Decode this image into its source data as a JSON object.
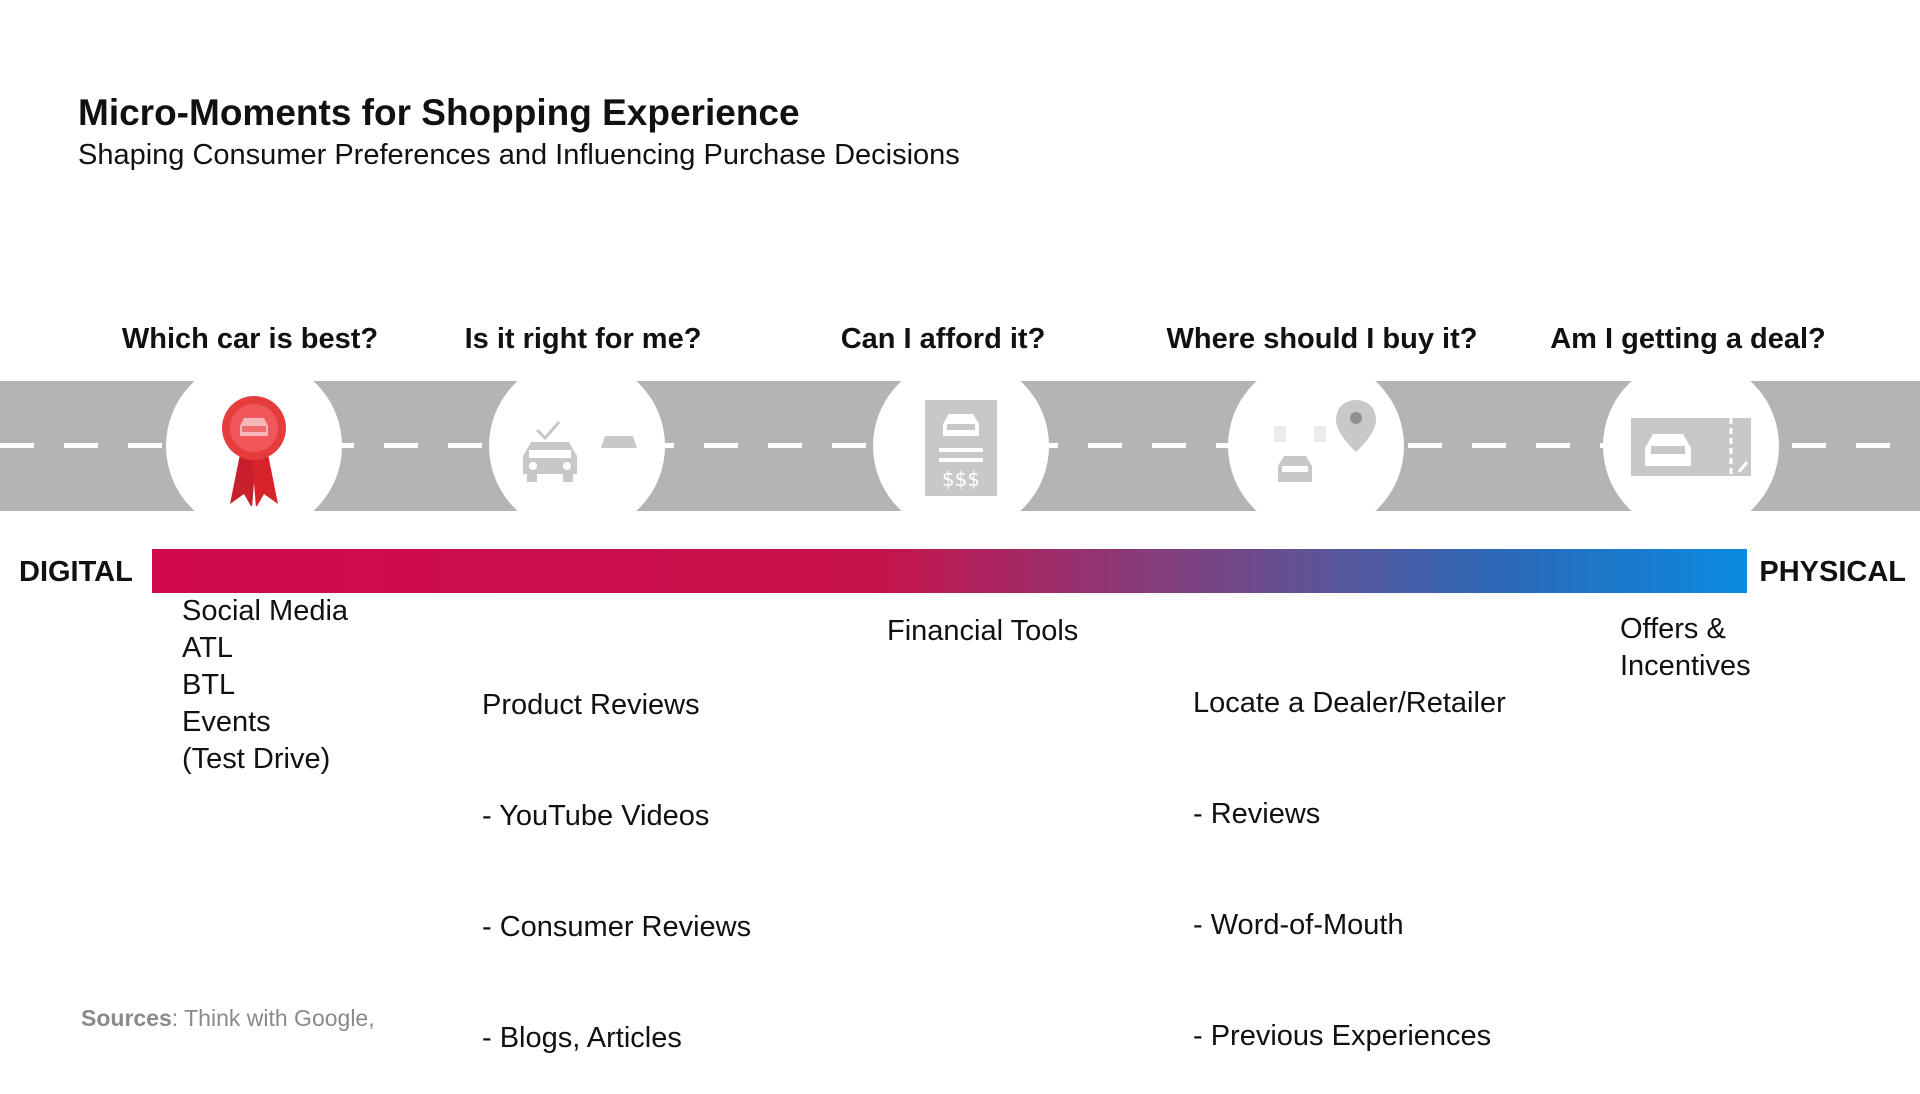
{
  "header": {
    "title": "Micro-Moments for Shopping Experience",
    "subtitle": "Shaping Consumer Preferences and Influencing Purchase Decisions"
  },
  "moments": [
    {
      "question": "Which car is best?",
      "icon": "award-ribbon-car-icon"
    },
    {
      "question": "Is it right for me?",
      "icon": "car-checkmark-icon"
    },
    {
      "question": "Can I afford it?",
      "icon": "price-tag-car-icon"
    },
    {
      "question": "Where should I buy it?",
      "icon": "map-pin-car-icon"
    },
    {
      "question": "Am I getting a deal?",
      "icon": "car-coupon-icon"
    }
  ],
  "scale": {
    "left_label": "DIGITAL",
    "right_label": "PHYSICAL"
  },
  "touchpoints": [
    [
      "Social Media",
      "ATL",
      "BTL",
      "Events",
      "(Test Drive)"
    ],
    [
      "Product Reviews",
      " - YouTube Videos",
      " - Consumer Reviews",
      " - Blogs, Articles"
    ],
    [
      "Financial Tools"
    ],
    [
      "Locate a Dealer/Retailer",
      "-  Reviews",
      "-  Word-of-Mouth",
      "-  Previous Experiences"
    ],
    [
      "Offers &",
      "Incentives"
    ]
  ],
  "footer": {
    "sources_label": "Sources",
    "sources_text": ": Think with Google,"
  },
  "colors": {
    "road": "#b4b4b4",
    "icon_gray": "#c8c8c8",
    "award_red": "#d8232a",
    "gradient_start": "#d1094f",
    "gradient_end": "#0b8ae0"
  }
}
